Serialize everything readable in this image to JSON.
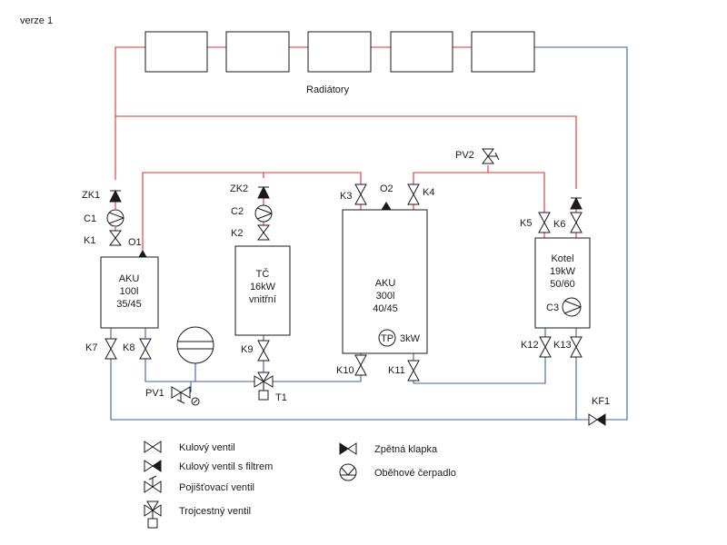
{
  "version_label": "verze 1",
  "radiators": {
    "label": "Radiátory",
    "count": 5
  },
  "tanks": {
    "aku100": [
      "AKU",
      "100l",
      "35/45"
    ],
    "tc": [
      "TČ",
      "16kW",
      "vnitřní"
    ],
    "aku300": [
      "AKU",
      "300l",
      "40/45"
    ],
    "kotel": [
      "Kotel",
      "19kW",
      "50/60"
    ]
  },
  "labels": {
    "zk1": "ZK1",
    "c1": "C1",
    "k1": "K1",
    "o1": "O1",
    "zk2": "ZK2",
    "c2": "C2",
    "k2": "K2",
    "k3": "K3",
    "o2": "O2",
    "k4": "K4",
    "pv2": "PV2",
    "k5": "K5",
    "k6": "K6",
    "c3": "C3",
    "k7": "K7",
    "k8": "K8",
    "k9": "K9",
    "k10": "K10",
    "k11": "K11",
    "k12": "K12",
    "k13": "K13",
    "pv1": "PV1",
    "t1": "T1",
    "kf1": "KF1",
    "tp": "TP",
    "tp_power": "3kW"
  },
  "legend": [
    {
      "symbol": "ball-valve",
      "text": "Kulový ventil"
    },
    {
      "symbol": "ball-valve-filter",
      "text": "Kulový ventil s filtrem"
    },
    {
      "symbol": "safety-valve",
      "text": "Pojišťovací ventil"
    },
    {
      "symbol": "three-way-valve",
      "text": "Trojcestný ventil"
    },
    {
      "symbol": "check-valve",
      "text": "Zpětná klapka"
    },
    {
      "symbol": "circulation-pump",
      "text": "Oběhové čerpadlo"
    }
  ],
  "colors": {
    "hot_pipe": "#e03030",
    "cold_pipe": "#3a5fb0",
    "ink": "#1a1a1a"
  }
}
